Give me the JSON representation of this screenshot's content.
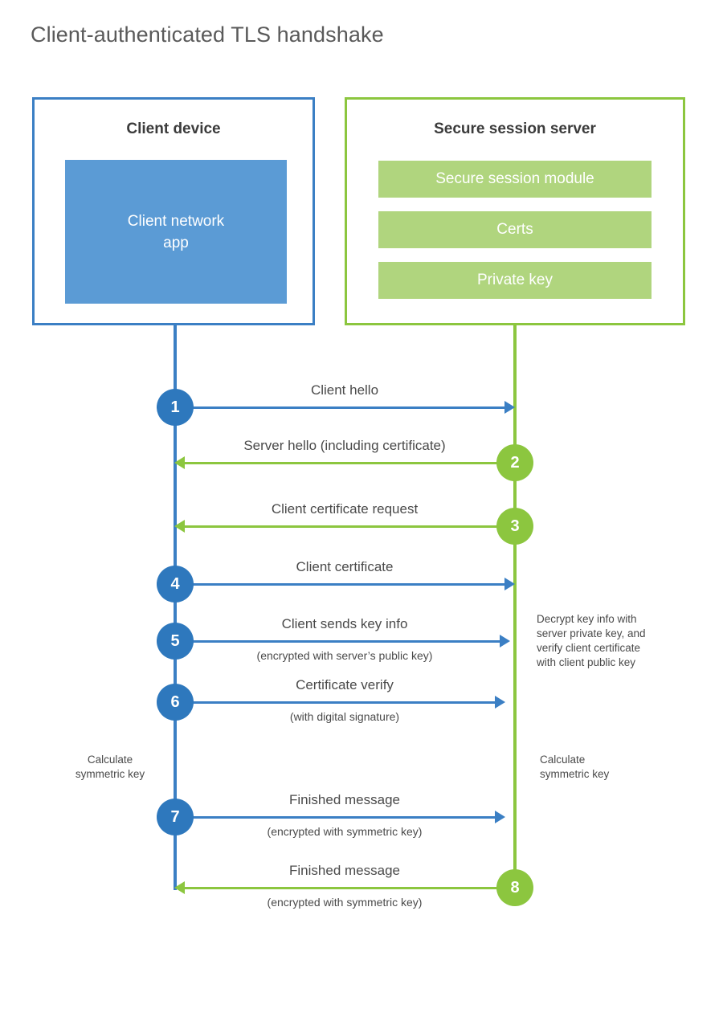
{
  "title": "Client-authenticated TLS handshake",
  "colors": {
    "blue_border": "#3b7fc4",
    "blue_fill": "#5b9bd5",
    "blue_circle": "#2e78bd",
    "green_border": "#8cc63f",
    "green_fill": "#b0d57e",
    "green_circle": "#8cc63f",
    "title_text": "#5a5a5a",
    "body_text": "#4a4a4a"
  },
  "client": {
    "title": "Client device",
    "app_label": "Client network\napp"
  },
  "server": {
    "title": "Secure session server",
    "modules": [
      {
        "label": "Secure session module"
      },
      {
        "label": "Certs"
      },
      {
        "label": "Private key"
      }
    ]
  },
  "messages": [
    {
      "number": "1",
      "label": "Client hello",
      "sublabel": "",
      "direction": "client-to-server",
      "color": "blue"
    },
    {
      "number": "2",
      "label": "Server hello (including certificate)",
      "sublabel": "",
      "direction": "server-to-client",
      "color": "green"
    },
    {
      "number": "3",
      "label": "Client certificate request",
      "sublabel": "",
      "direction": "server-to-client",
      "color": "green"
    },
    {
      "number": "4",
      "label": "Client certificate",
      "sublabel": "",
      "direction": "client-to-server",
      "color": "blue"
    },
    {
      "number": "5",
      "label": "Client sends key info",
      "sublabel": "(encrypted with server’s public key)",
      "direction": "client-to-server",
      "color": "blue"
    },
    {
      "number": "6",
      "label": "Certificate verify",
      "sublabel": "(with digital signature)",
      "direction": "client-to-server",
      "color": "blue"
    },
    {
      "number": "7",
      "label": "Finished message",
      "sublabel": "(encrypted with symmetric key)",
      "direction": "client-to-server",
      "color": "blue"
    },
    {
      "number": "8",
      "label": "Finished message",
      "sublabel": "(encrypted with symmetric key)",
      "direction": "server-to-client",
      "color": "green"
    }
  ],
  "notes": {
    "server_decrypt": "Decrypt key info with\nserver private key, and\nverify client certificate\nwith client public key",
    "client_calculate": "Calculate\nsymmetric key",
    "server_calculate": "Calculate\nsymmetric key"
  }
}
